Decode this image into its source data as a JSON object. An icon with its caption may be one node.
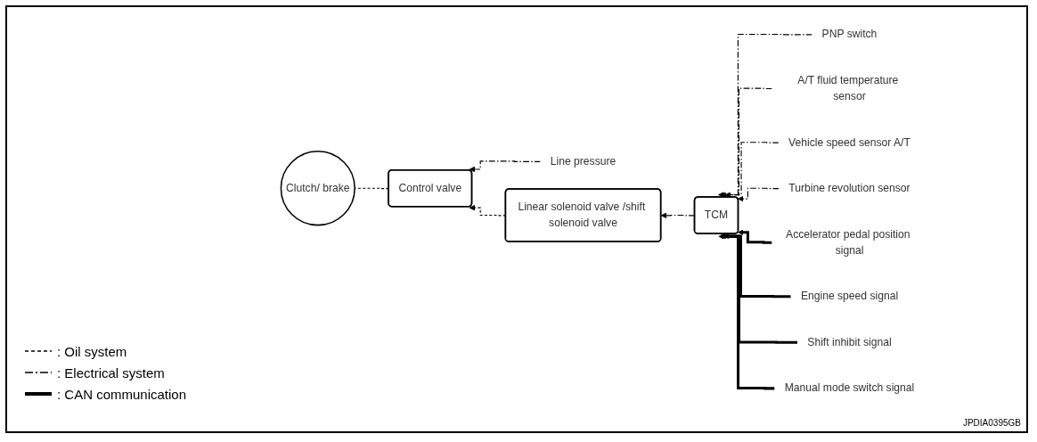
{
  "diagram": {
    "nodes": [
      {
        "text": [
          "Clutch/ brake"
        ]
      },
      {
        "text": [
          "Control valve"
        ]
      },
      {
        "text": [
          "Line pressure"
        ]
      },
      {
        "text": [
          "Linear solenoid valve /shift solenoid valve"
        ]
      },
      {
        "text": [
          "TCM"
        ]
      },
      {
        "text": [
          "PNP switch"
        ]
      },
      {
        "text": [
          "A/T fluid temperature sensor"
        ]
      },
      {
        "text": [
          "Vehicle speed sensor A/T"
        ]
      },
      {
        "text": [
          "Turbine revolution sensor"
        ]
      },
      {
        "text": [
          "Accelerator pedal position signal"
        ]
      },
      {
        "text": [
          "Engine speed signal"
        ]
      },
      {
        "text": [
          "Shift inhibit signal"
        ]
      },
      {
        "text": [
          "Manual mode switch signal"
        ]
      }
    ],
    "edges": [
      {
        "from": 1,
        "to": 0,
        "arrow": "none",
        "style": "dashed"
      },
      {
        "from": 2,
        "to": 1,
        "arrow": "to",
        "style": "dashed"
      },
      {
        "from": 3,
        "to": 1,
        "arrow": "to",
        "style": "dashed"
      },
      {
        "from": 4,
        "to": 3,
        "arrow": "to",
        "style": "dashed"
      },
      {
        "from": 5,
        "to": 4,
        "arrow": "to",
        "style": "dashed"
      },
      {
        "from": 6,
        "to": 4,
        "arrow": "to",
        "style": "dashed"
      },
      {
        "from": 7,
        "to": 4,
        "arrow": "to",
        "style": "dashed"
      },
      {
        "from": 8,
        "to": 4,
        "arrow": "to",
        "style": "dashed"
      },
      {
        "from": 9,
        "to": 4,
        "arrow": "to",
        "style": "thick"
      },
      {
        "from": 10,
        "to": 4,
        "arrow": "to",
        "style": "thick"
      },
      {
        "from": 11,
        "to": 4,
        "arrow": "to",
        "style": "thick"
      },
      {
        "from": 12,
        "to": 4,
        "arrow": "to",
        "style": "thick"
      }
    ],
    "labels": [
      "JPDIA0395GB"
    ],
    "legend": [
      {
        "text": ": Oil system"
      },
      {
        "text": ": Electrical system"
      },
      {
        "text": ": CAN communication"
      }
    ]
  }
}
